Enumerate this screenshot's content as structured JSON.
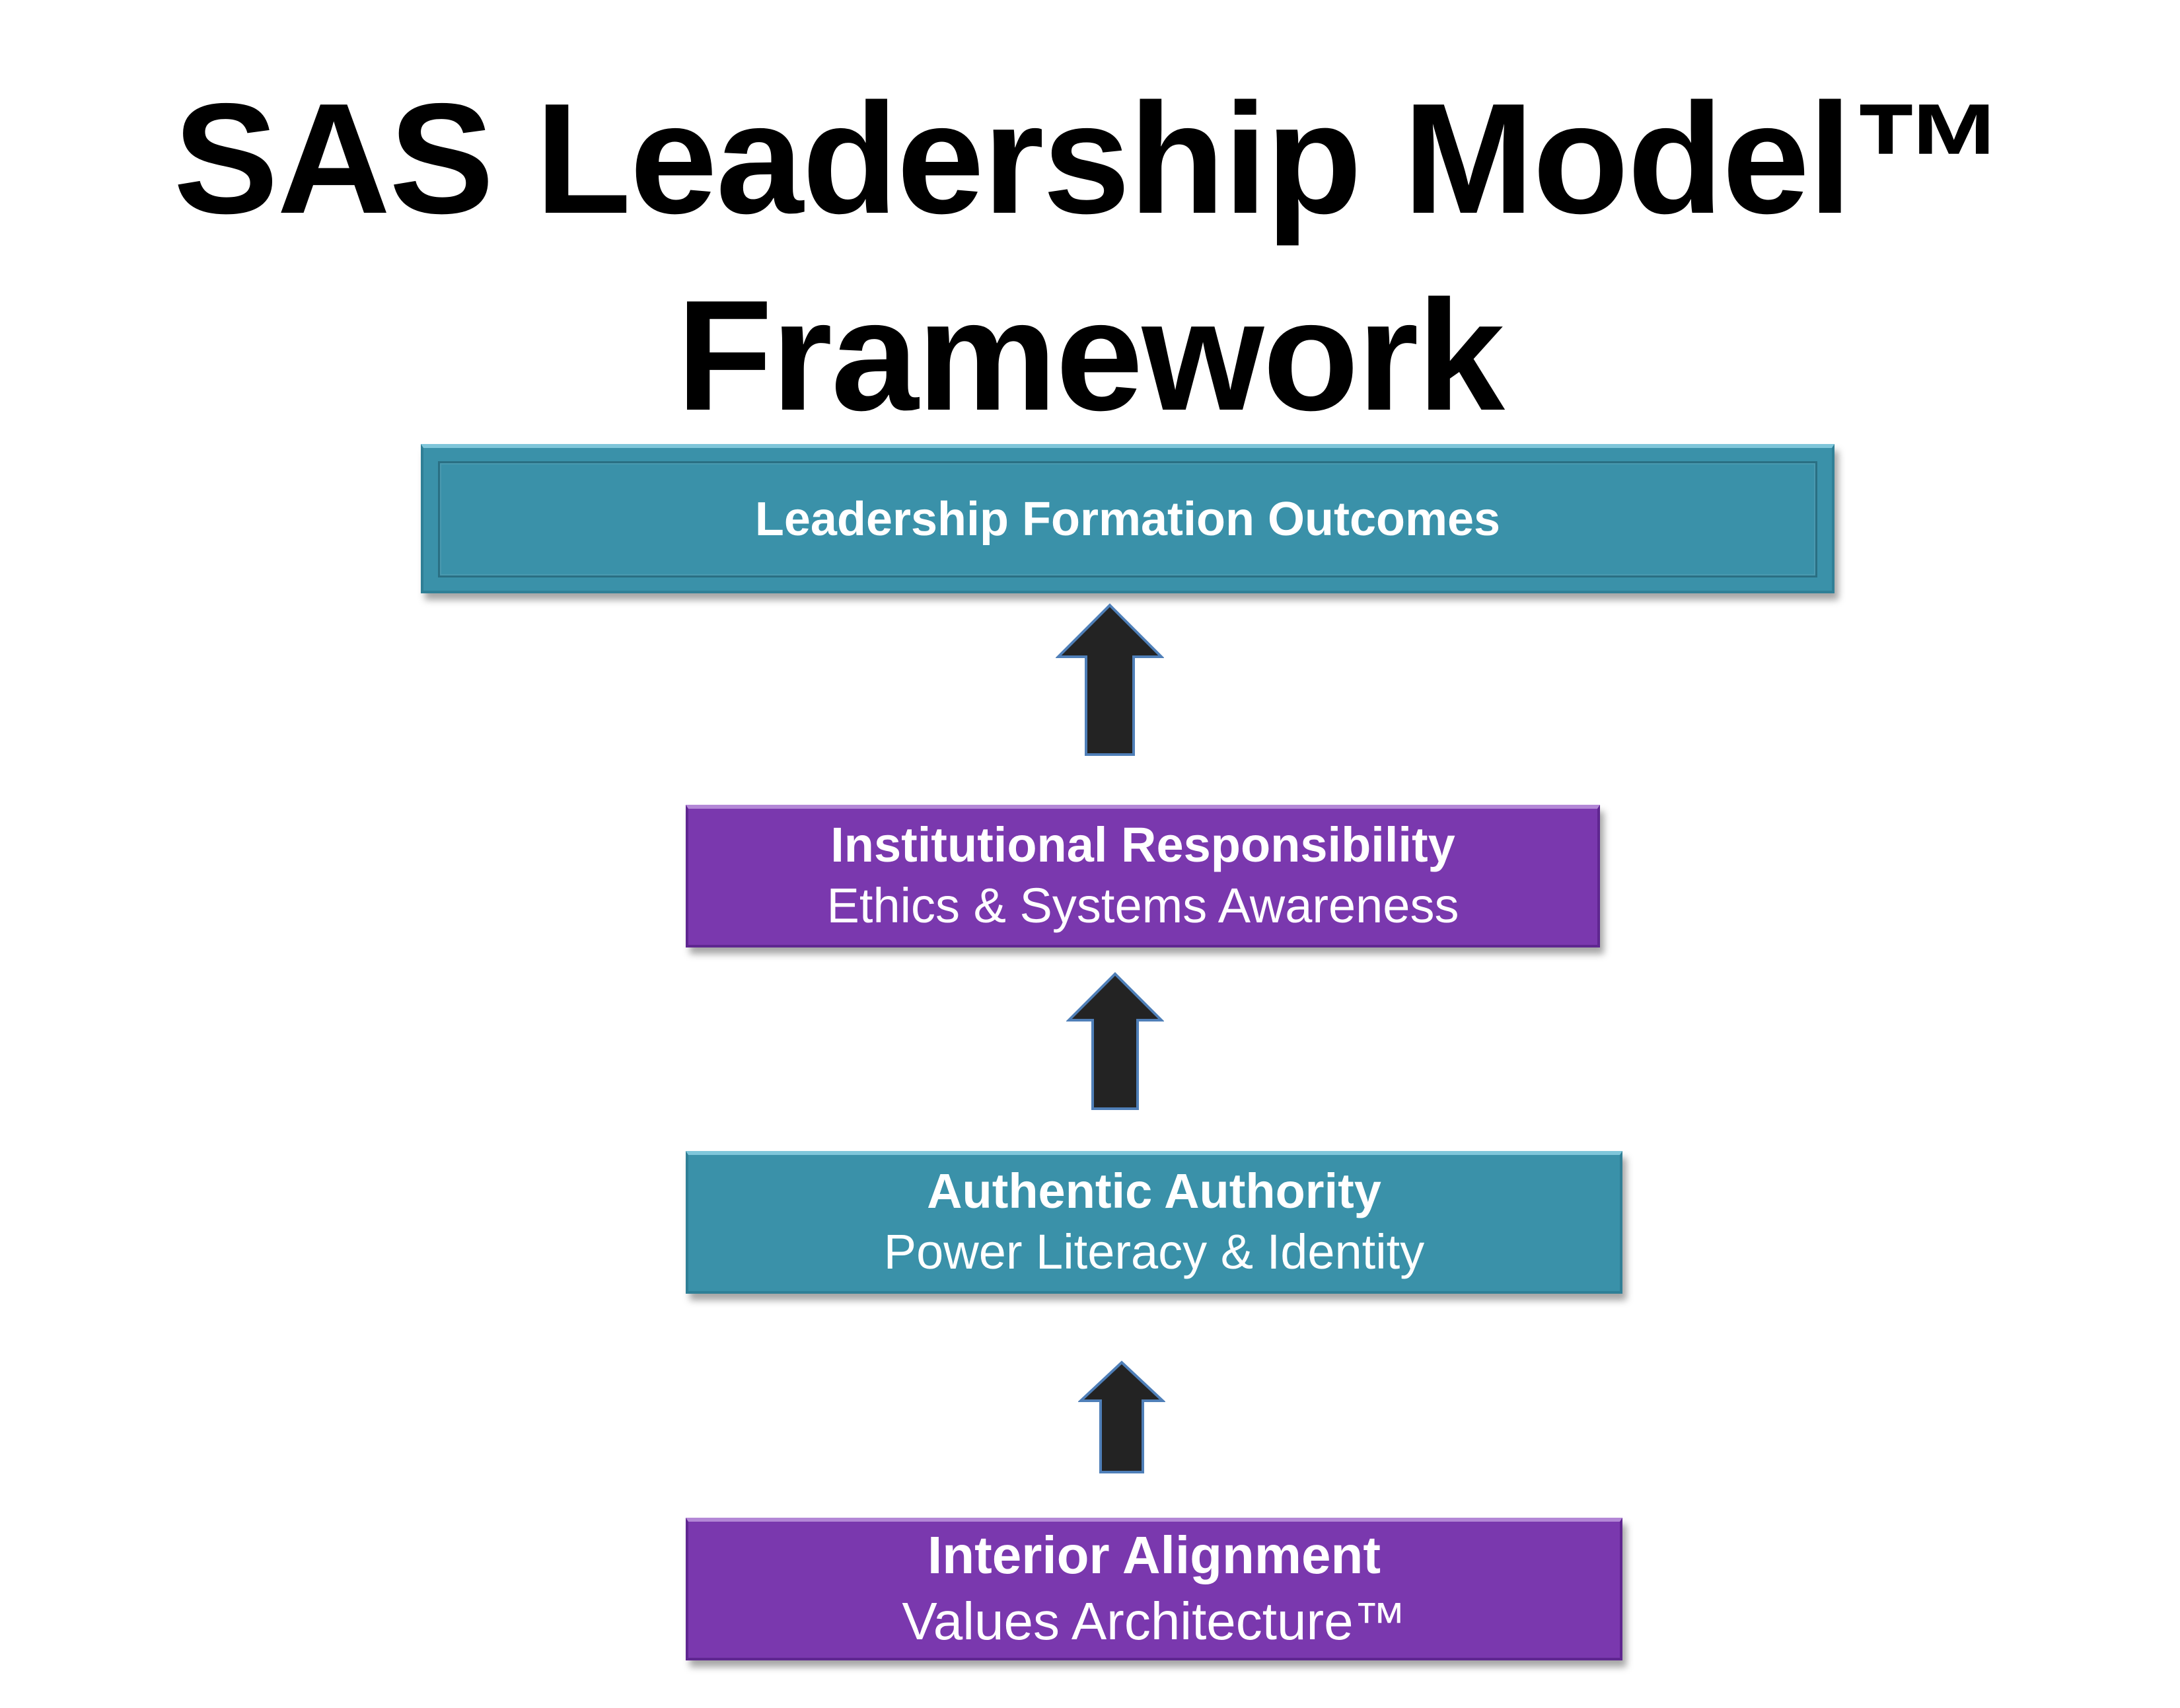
{
  "title": {
    "line1": "SAS Leadership Model™",
    "line2": "Framework"
  },
  "diagram": {
    "outcomes": {
      "label": "Leadership Formation Outcomes",
      "color": "#3a91a9"
    },
    "levels": [
      {
        "title": "Institutional Responsibility",
        "subtitle": "Ethics & Systems Awareness",
        "color": "#7a38ae"
      },
      {
        "title": "Authentic Authority",
        "subtitle": "Power Literacy & Identity",
        "color": "#3a91a9"
      },
      {
        "title": "Interior Alignment",
        "subtitle": "Values Architecture™",
        "color": "#7a38ae"
      }
    ],
    "arrow_color": "#232323",
    "arrow_icon": "arrow-up-icon"
  }
}
